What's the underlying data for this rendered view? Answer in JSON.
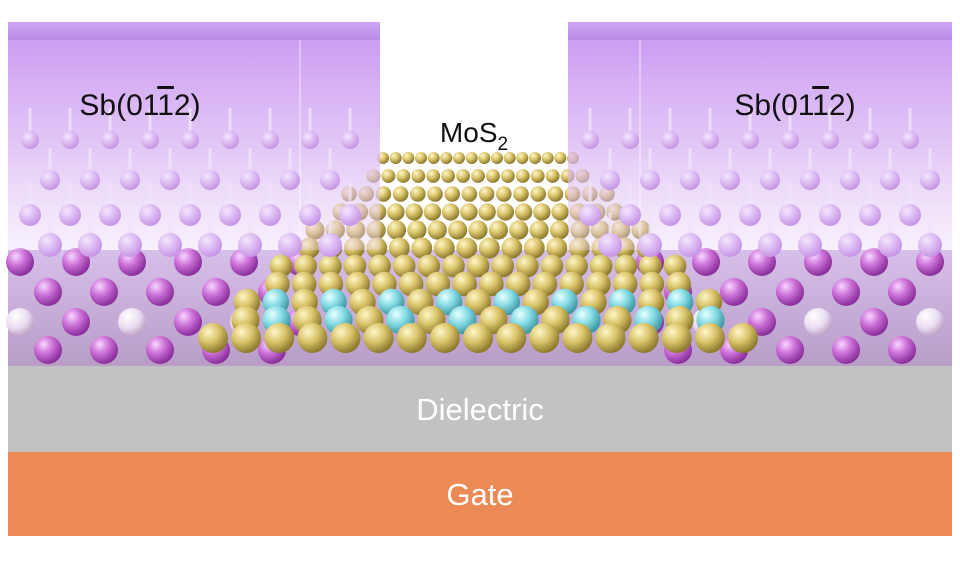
{
  "labels": {
    "left_contact": {
      "base": "Sb(01",
      "bar_digit": "1",
      "tail": "2)"
    },
    "right_contact": {
      "base": "Sb(01",
      "bar_digit": "1",
      "tail": "2)"
    },
    "channel": {
      "base": "MoS",
      "sub": "2"
    },
    "dielectric": "Dielectric",
    "gate": "Gate"
  },
  "colors": {
    "contact_block": "#c9a0ea",
    "contact_edge": "#b688de",
    "sb_atom": "#c05ad0",
    "sb_atom_light": "#ecd2f0",
    "s_atom": "#d4c06a",
    "mo_atom": "#7fd6df",
    "dielectric": "#c2c2c2",
    "gate": "#ec8a55",
    "text_dark": "#111111",
    "text_light": "#ffffff"
  }
}
